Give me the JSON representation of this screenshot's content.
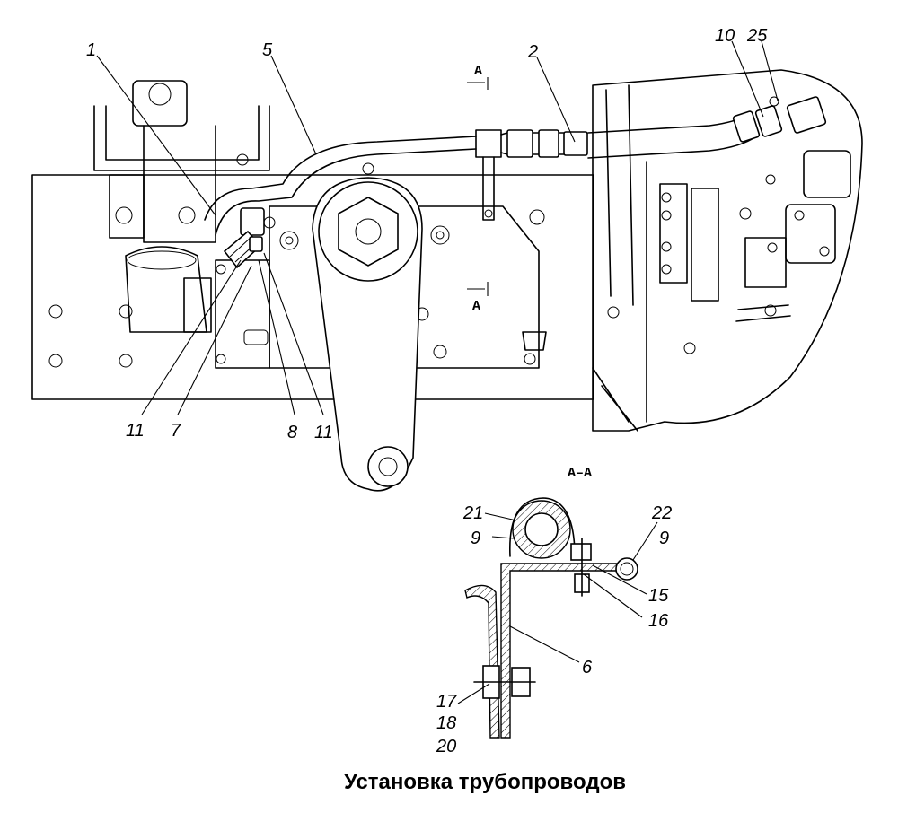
{
  "caption": "Установка трубопроводов",
  "section_labels": {
    "top": "A",
    "bottom": "A",
    "detail_title": "A–A"
  },
  "callouts": {
    "c1": "1",
    "c5": "5",
    "c2": "2",
    "c10": "10",
    "c25": "25",
    "c11a": "11",
    "c7": "7",
    "c8": "8",
    "c11b": "11",
    "c21": "21",
    "c9a": "9",
    "c22": "22",
    "c9b": "9",
    "c15": "15",
    "c16": "16",
    "c6": "6",
    "c17": "17",
    "c18": "18",
    "c20": "20"
  }
}
